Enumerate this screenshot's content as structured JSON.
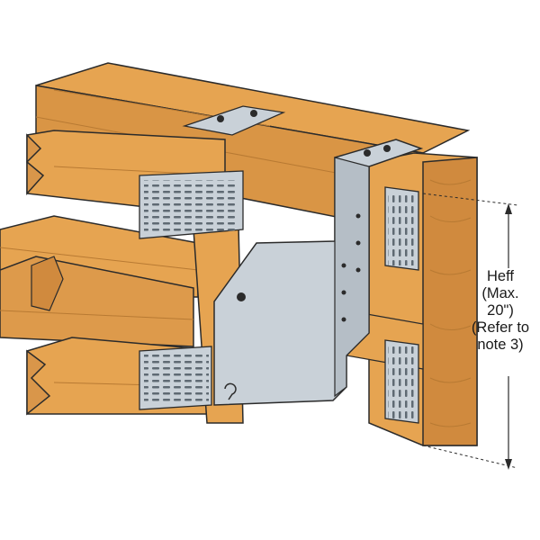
{
  "dimension_label": {
    "line1": "Heff",
    "line2": "(Max.",
    "line3": "20\")",
    "line4": "(Refer to",
    "line5": "note 3)"
  },
  "colors": {
    "wood": "#e6a451",
    "wood_dark": "#b87a33",
    "wood_end": "#d9964a",
    "steel": "#c9d1d8",
    "steel_dark": "#9aa4ad",
    "outline": "#2b2b2b"
  },
  "icons": {
    "hanger": "joist-hanger-icon"
  }
}
